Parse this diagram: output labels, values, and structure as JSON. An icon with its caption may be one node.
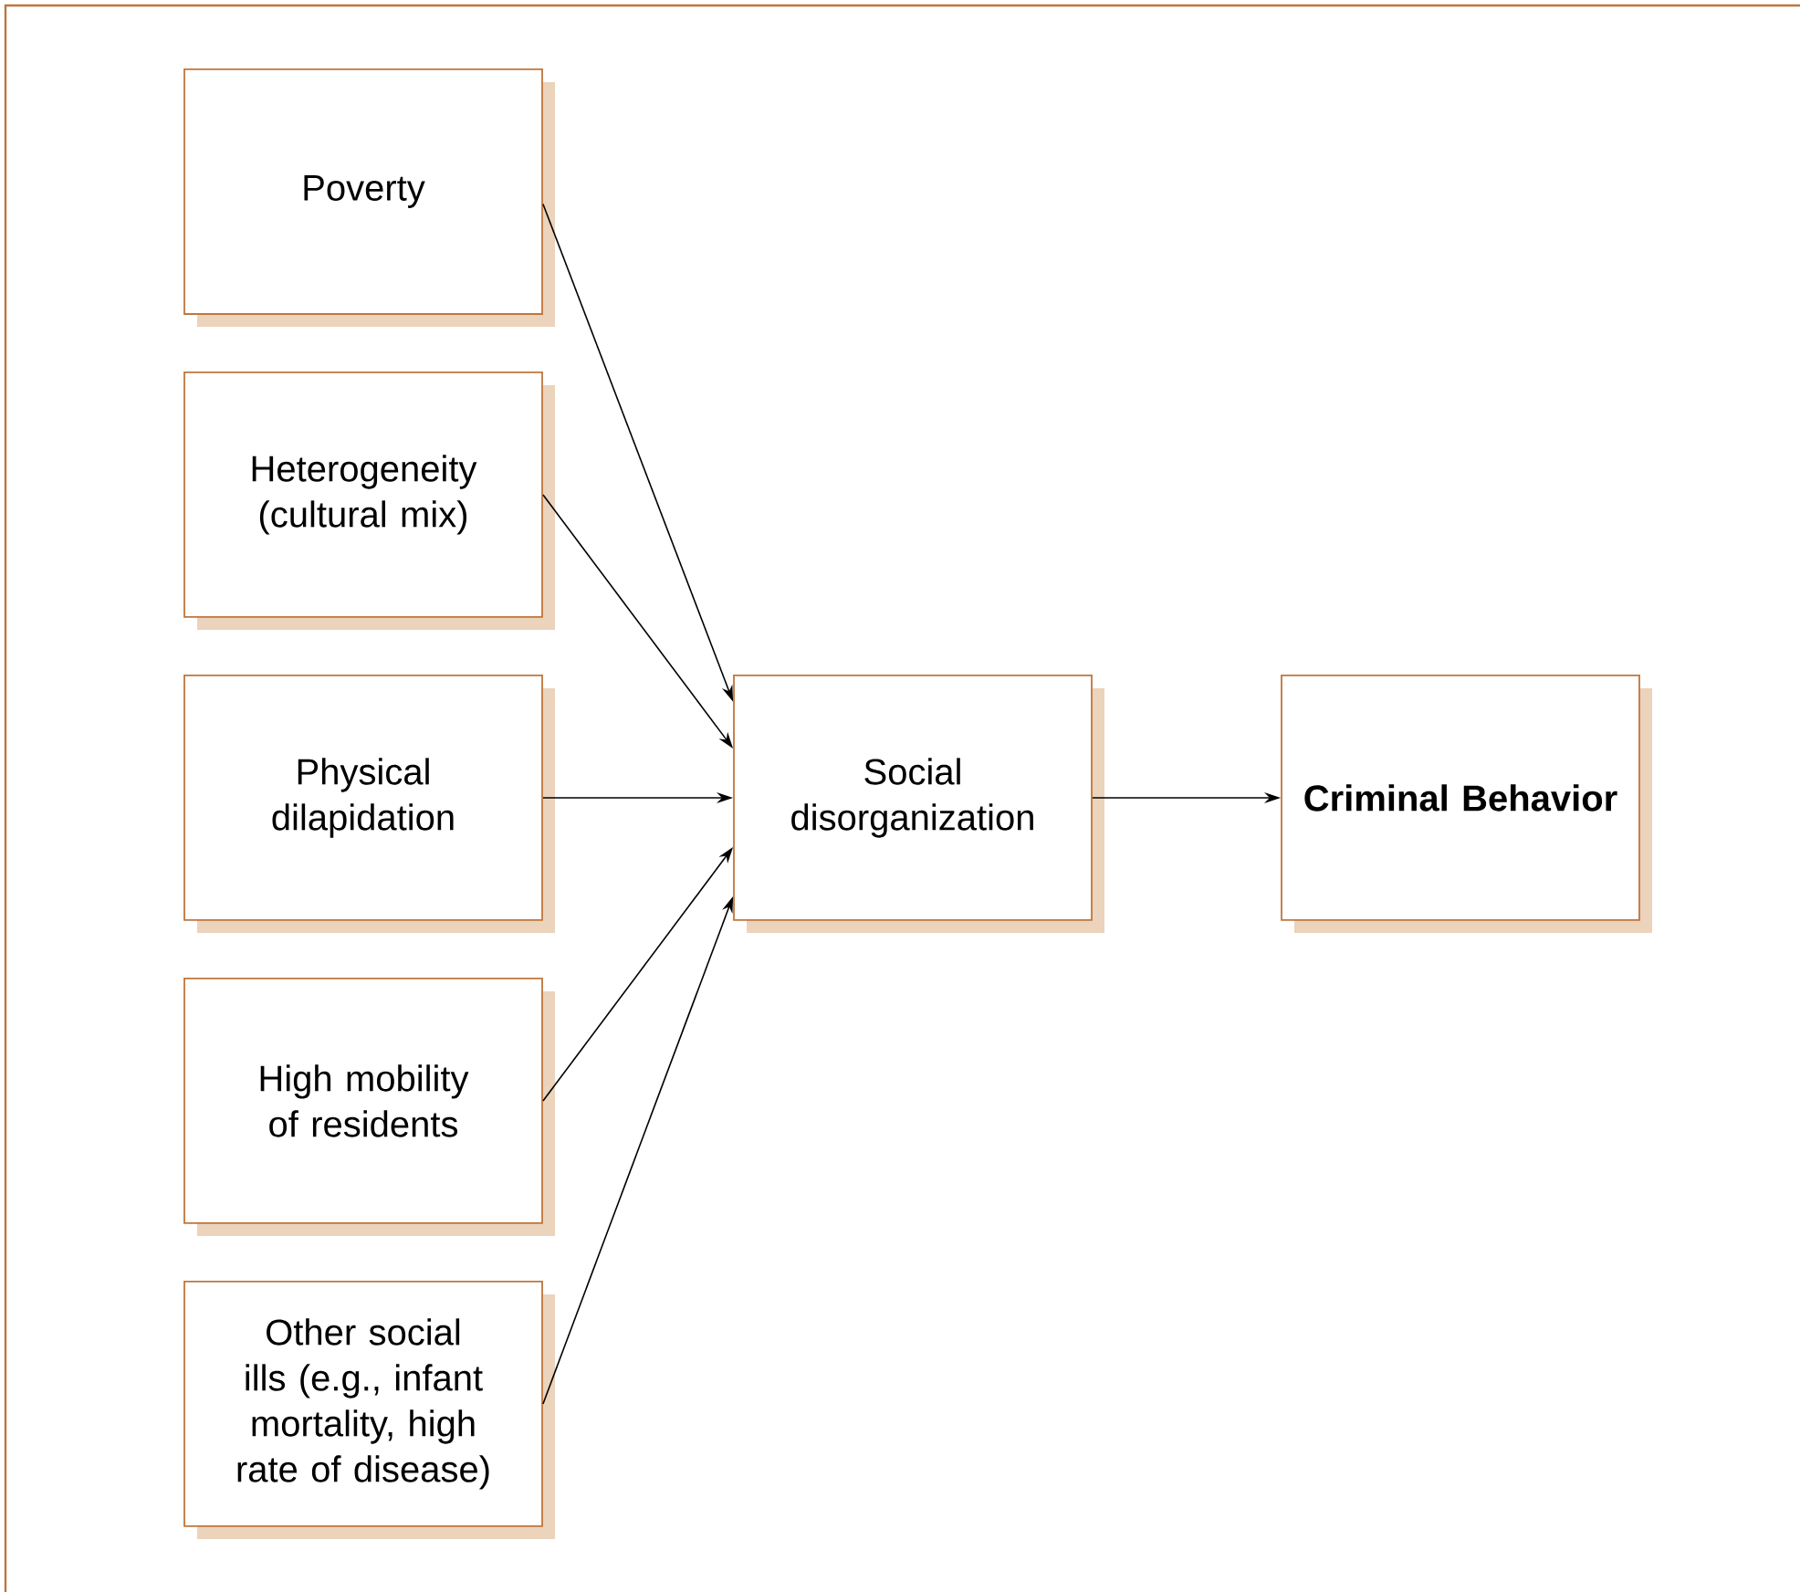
{
  "diagram": {
    "nodes": [
      {
        "text": [
          "Poverty"
        ]
      },
      {
        "text": [
          "Heterogeneity (cultural mix)"
        ]
      },
      {
        "text": [
          "Physical dilapidation"
        ]
      },
      {
        "text": [
          "High mobility of residents"
        ]
      },
      {
        "text": [
          "Other social ills (e.g., infant mortality, high rate of disease)"
        ]
      },
      {
        "text": [
          "Social disorganization"
        ]
      },
      {
        "text": [
          "Criminal Behavior"
        ]
      }
    ],
    "edges": [
      {
        "from": 0,
        "to": 5,
        "arrow": "to"
      },
      {
        "from": 1,
        "to": 5,
        "arrow": "to"
      },
      {
        "from": 2,
        "to": 5,
        "arrow": "to"
      },
      {
        "from": 3,
        "to": 5,
        "arrow": "to"
      },
      {
        "from": 4,
        "to": 5,
        "arrow": "to"
      },
      {
        "from": 5,
        "to": 6,
        "arrow": "to"
      }
    ]
  }
}
